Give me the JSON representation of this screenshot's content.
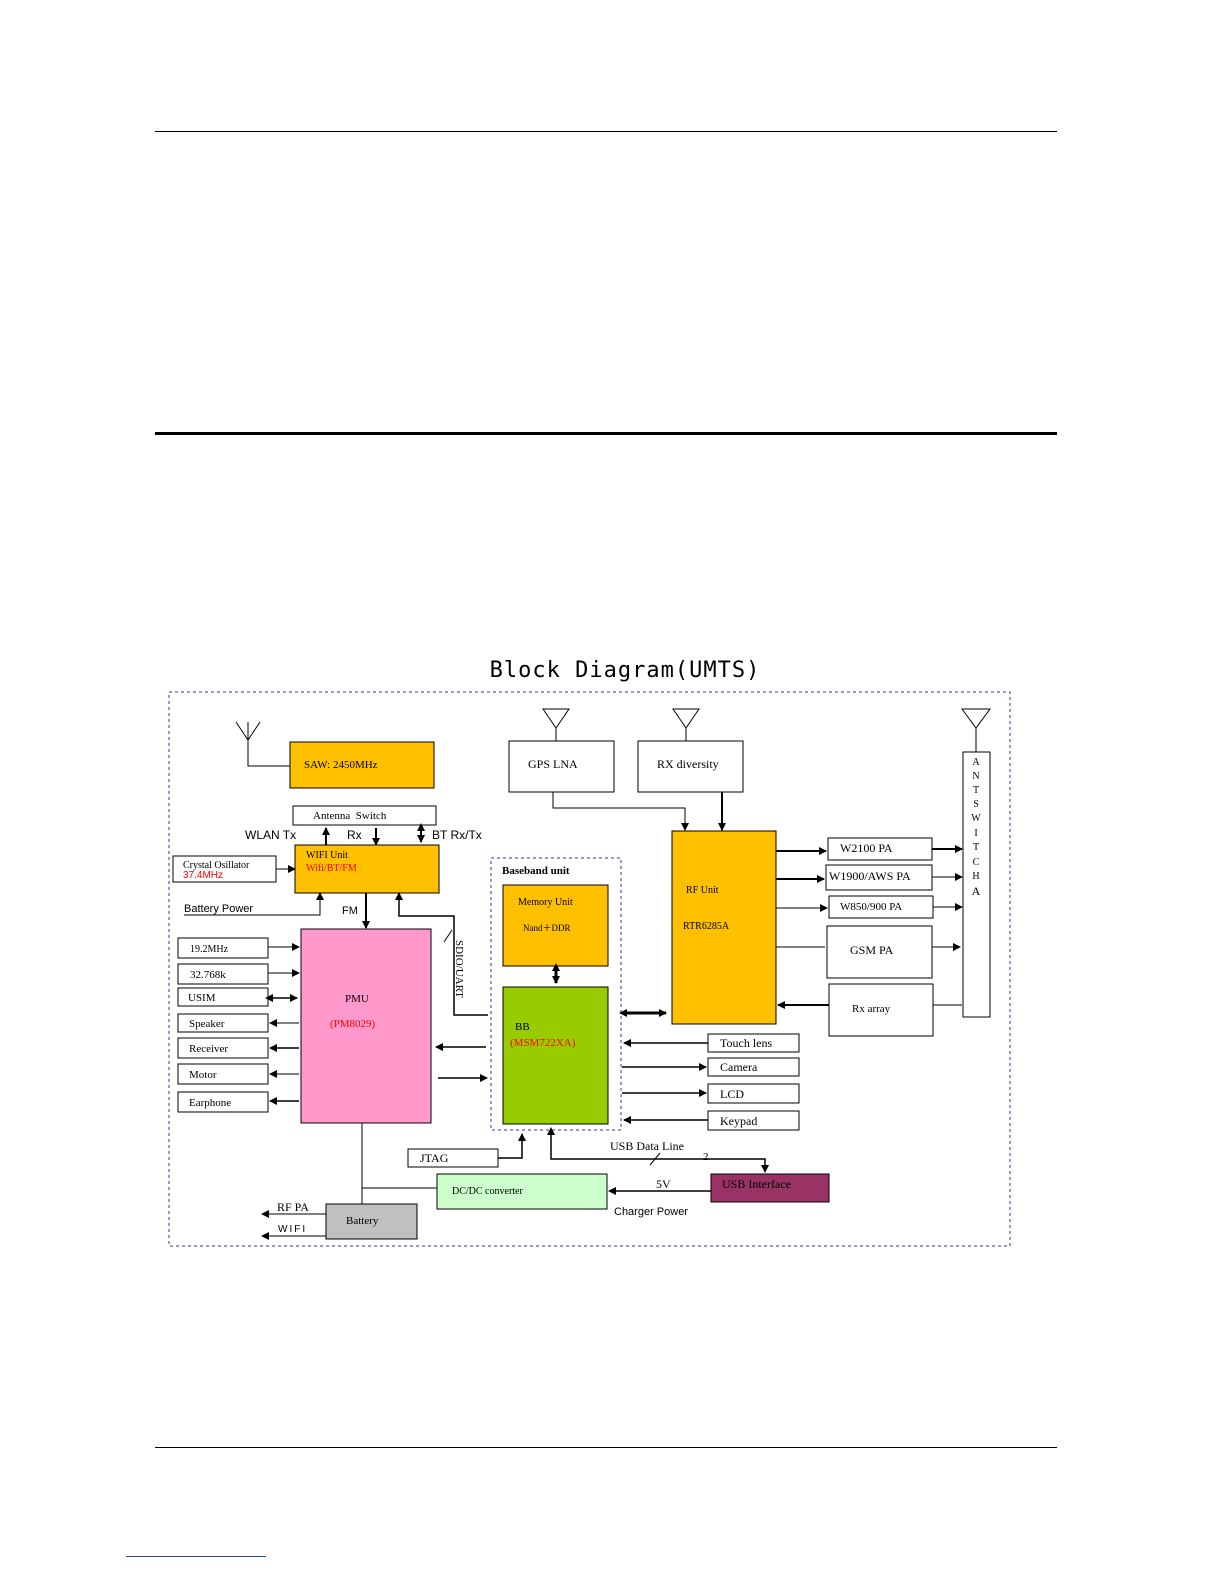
{
  "diagram_title": "Block Diagram(UMTS)",
  "colors": {
    "orange": "#ffc000",
    "pink": "#ff99cc",
    "green": "#99cc00",
    "light_green": "#ccffcc",
    "maroon": "#993366",
    "gray": "#c0c0c0",
    "red_text": "#ff0000",
    "border": "#000000",
    "dashed_border": "#3333aa"
  },
  "blocks": {
    "saw": "SAW: 2450MHz",
    "antenna_switch": "Antenna  Switch",
    "wlan_tx": "WLAN Tx",
    "rx": "Rx",
    "bt_rx_tx": "BT Rx/Tx",
    "wifi_unit_title": "WIFI Unit",
    "wifi_unit_sub": "Wifi/BT/FM",
    "crystal_title": "Crystal Osillator",
    "crystal_freq": "37.4MHz",
    "battery_power": "Battery Power",
    "fm": "FM",
    "sdio_uart": "SDIO/UART",
    "gps_lna": "GPS LNA",
    "rx_diversity": "RX diversity",
    "baseband_unit": "Baseband unit",
    "memory_title": "Memory Unit",
    "memory_sub": "Nand＋DDR",
    "bb_title": "BB",
    "bb_chip": "(MSM722XA)",
    "rf_unit_title": "RF Unit",
    "rf_unit_chip": "RTR6285A",
    "pmu_title": "PMU",
    "pmu_chip": "(PM8029)",
    "jtag": "JTAG",
    "usb_data_line": "USB Data Line",
    "two": "2",
    "usb_interface": "USB Interface",
    "five_v": "5V",
    "dcdc": "DC/DC converter",
    "charger_power": "Charger Power",
    "battery": "Battery",
    "rf_pa": "RF PA",
    "wifi": "WIFI"
  },
  "left_list": [
    "19.2MHz",
    "32.768k",
    "USIM",
    "Speaker",
    "Receiver",
    "Motor",
    "Earphone"
  ],
  "pa_list": [
    "W2100 PA",
    "W1900/AWS PA",
    "W850/900 PA",
    "GSM PA",
    "Rx array"
  ],
  "peripherals": [
    "Touch lens",
    "Camera",
    "LCD",
    "Keypad"
  ],
  "ant_switch_letters": [
    "A",
    "N",
    "T",
    "S",
    "W",
    "I",
    "T",
    "C",
    "H",
    "A"
  ]
}
